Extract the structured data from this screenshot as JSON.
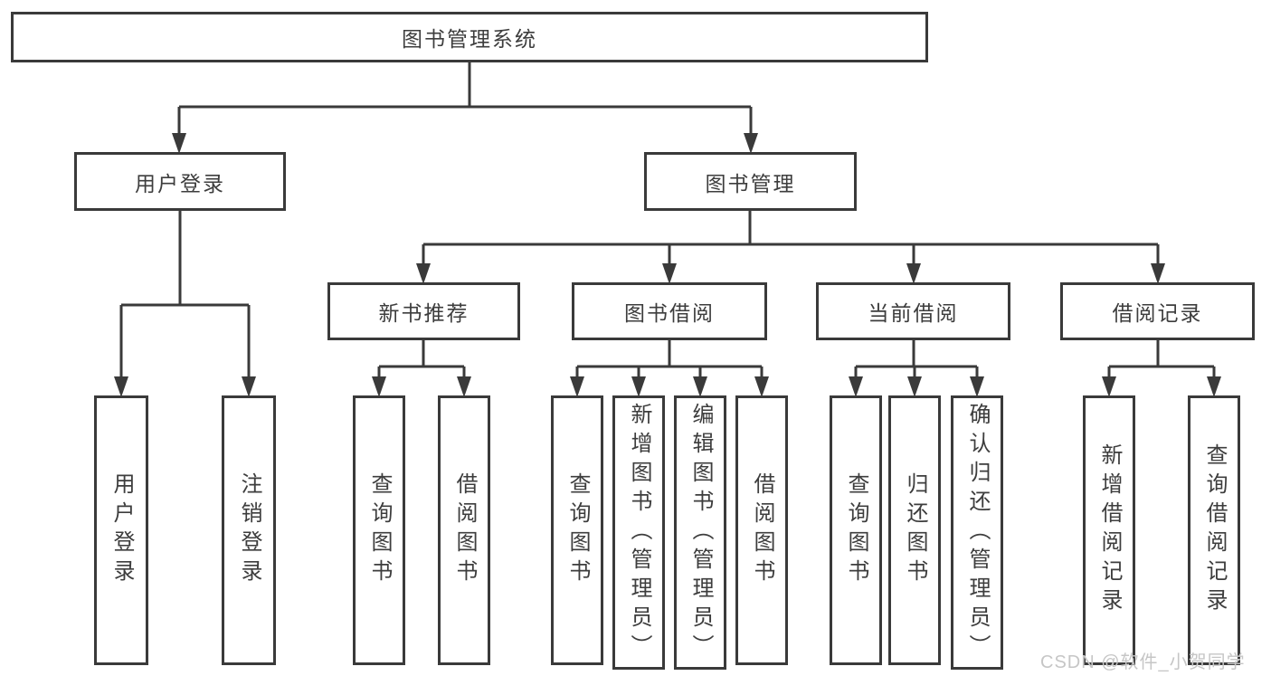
{
  "tree": {
    "root": {
      "label": "图书管理系统"
    },
    "branches": [
      {
        "label": "用户登录",
        "children": [
          {
            "label": "用户登录"
          },
          {
            "label": "注销登录"
          }
        ]
      },
      {
        "label": "图书管理",
        "children": [
          {
            "label": "新书推荐",
            "children": [
              {
                "label": "查询图书"
              },
              {
                "label": "借阅图书"
              }
            ]
          },
          {
            "label": "图书借阅",
            "children": [
              {
                "label": "查询图书"
              },
              {
                "label": "新增图书（管理员）"
              },
              {
                "label": "编辑图书（管理员）"
              },
              {
                "label": "借阅图书"
              }
            ]
          },
          {
            "label": "当前借阅",
            "children": [
              {
                "label": "查询图书"
              },
              {
                "label": "归还图书"
              },
              {
                "label": "确认归还（管理员）"
              }
            ]
          },
          {
            "label": "借阅记录",
            "children": [
              {
                "label": "新增借阅记录"
              },
              {
                "label": "查询借阅记录"
              }
            ]
          }
        ]
      }
    ]
  },
  "watermark": {
    "text": "CSDN @软件_小贺同学",
    "color": "#c6c6c6"
  },
  "colors": {
    "line": "#3a3a3a",
    "box_border": "#3a3a3a",
    "box_fill": "#ffffff",
    "text": "#3d3d3d",
    "background": "#ffffff"
  }
}
